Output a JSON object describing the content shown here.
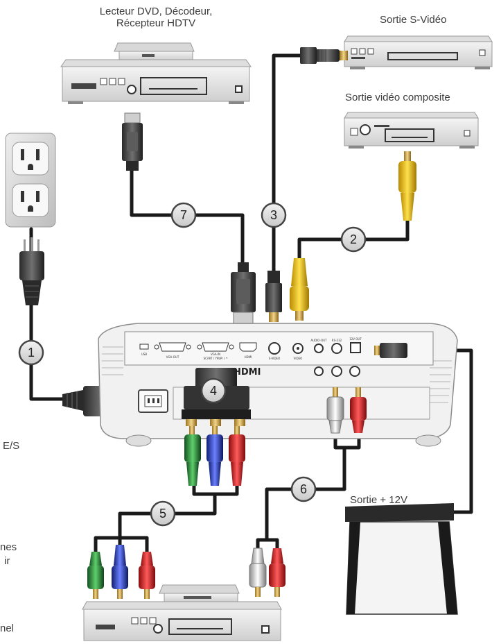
{
  "labels": {
    "dvd_source": [
      "Lecteur DVD, Décodeur,",
      "Récepteur HDTV"
    ],
    "svideo_out": "Sortie S-Vidéo",
    "composite_out": "Sortie vidéo composite",
    "screen_trigger": "Sortie + 12V",
    "cut_left_1": "E/S",
    "cut_left_2": "nes",
    "cut_left_3": "ir",
    "cut_left_4": "nel"
  },
  "connections": [
    {
      "number": "1",
      "name": "power-cord"
    },
    {
      "number": "2",
      "name": "composite-video-cable"
    },
    {
      "number": "3",
      "name": "s-video-cable"
    },
    {
      "number": "4",
      "name": "vga-to-component-adapter"
    },
    {
      "number": "5",
      "name": "rca-component-cable"
    },
    {
      "number": "6",
      "name": "audio-cable"
    },
    {
      "number": "7",
      "name": "hdmi-cable"
    }
  ],
  "port_labels": {
    "usb": "USB",
    "vga_out": "VGA-OUT",
    "vga_in": "VGA-IN",
    "vga_in_sub": "SCART / YPbPr / ᴵᴺ",
    "hdmi": "HDMI",
    "svideo": "S-VIDEO",
    "video": "VIDEO",
    "audio_out": "AUDIO-OUT",
    "rs232": "RS-232",
    "dc_out": "12V OUT",
    "hdmi_logo": "HDMI"
  },
  "colors": {
    "cable": "#1a1a1a",
    "rca_yellow": "#f2c318",
    "rca_red": "#e02a2a",
    "rca_green": "#2d8a3a",
    "rca_blue": "#2a3fb0",
    "rca_white": "#d8d8d8",
    "device_grey": "#e6e6e6",
    "badge_fill": "#e3e3e3"
  }
}
